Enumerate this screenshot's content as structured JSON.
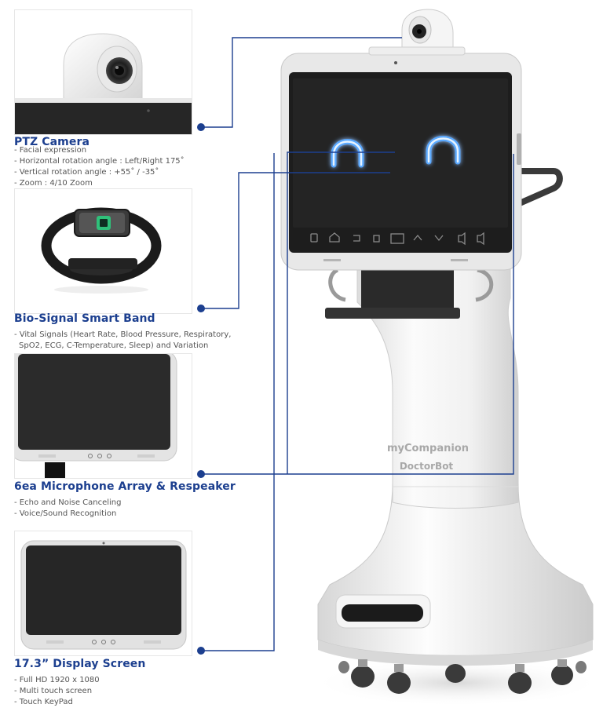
{
  "features": [
    {
      "title": "PTZ Camera",
      "items": [
        "- Facial expression",
        "- Horizontal rotation angle : Left/Right 175˚",
        "- Vertical rotation angle : +55˚ / -35˚",
        "- Zoom : 4/10 Zoom"
      ]
    },
    {
      "title": "Bio-Signal Smart Band",
      "items": [
        "- Vital Signals (Heart Rate, Blood Pressure, Respiratory,",
        "  SpO2, ECG, C-Temperature, Sleep) and Variation"
      ]
    },
    {
      "title": "6ea Microphone Array & Respeaker",
      "items": [
        "- Echo and Noise Canceling",
        "- Voice/Sound Recognition"
      ]
    },
    {
      "title": "17.3” Display Screen",
      "items": [
        "- Full HD 1920 x 1080",
        "- Multi touch screen",
        "- Touch KeyPad"
      ]
    }
  ],
  "robot": {
    "brand_line1": "myCompanion",
    "brand_line2": "DoctorBot"
  },
  "colors": {
    "accent": "#1c3f8f",
    "eye_glow": "#5aa9ff",
    "robot_body": "#f3f3f3"
  }
}
